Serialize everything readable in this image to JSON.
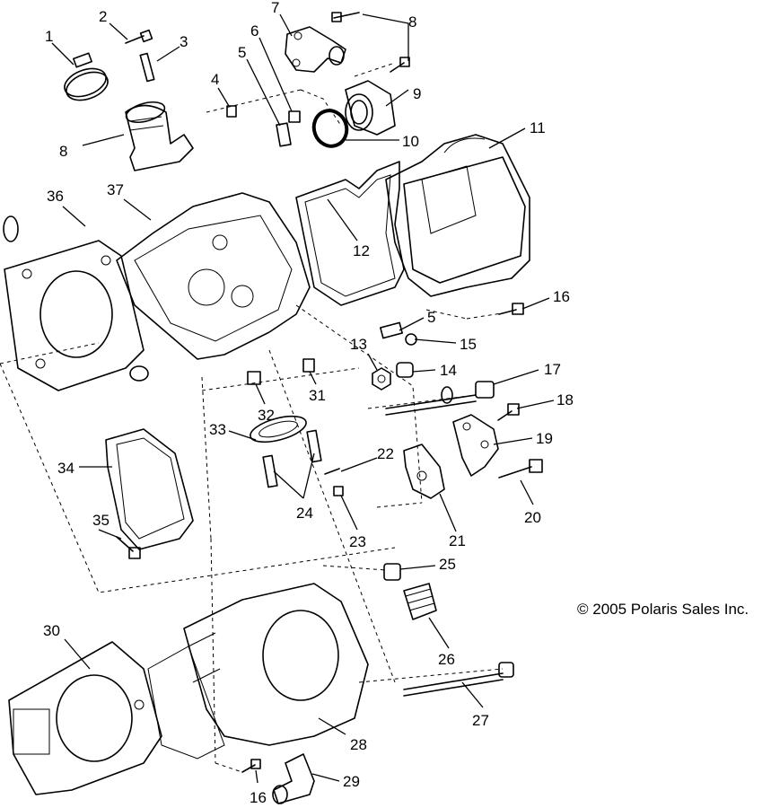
{
  "callouts": [
    "1",
    "2",
    "3",
    "4",
    "5",
    "6",
    "7",
    "8",
    "9",
    "10",
    "11",
    "12",
    "5",
    "15",
    "13",
    "14",
    "17",
    "16",
    "18",
    "19",
    "20",
    "21",
    "22",
    "23",
    "24",
    "25",
    "26",
    "27",
    "28",
    "29",
    "16",
    "30",
    "31",
    "32",
    "33",
    "34",
    "35",
    "36",
    "37",
    "8"
  ],
  "copyright": "© 2005 Polaris Sales Inc."
}
